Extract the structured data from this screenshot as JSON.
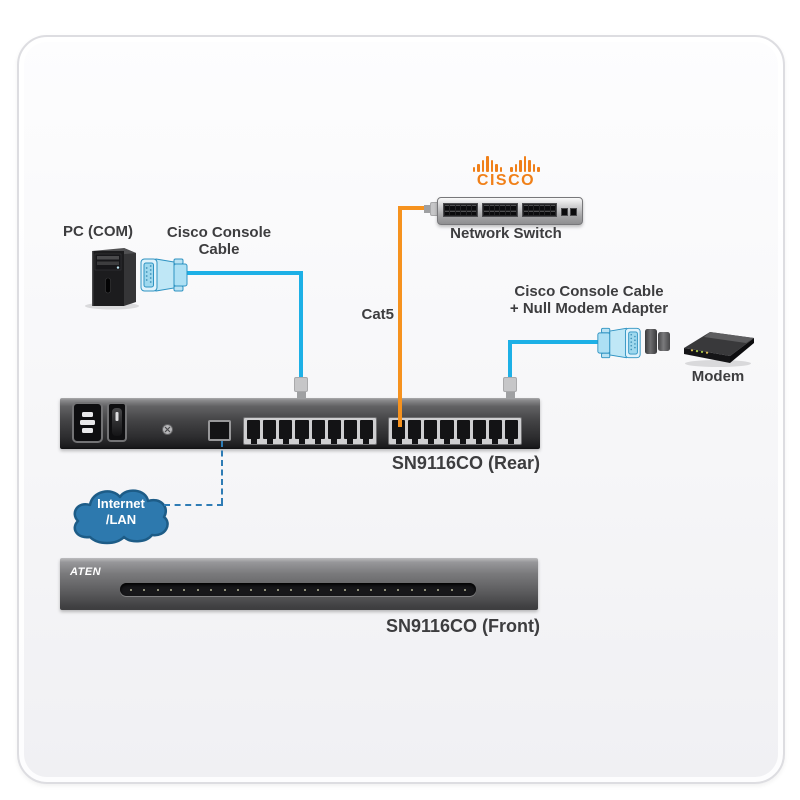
{
  "colors": {
    "serial_cable": "#1db0e6",
    "cat5_cable": "#f6921e",
    "lan_dashed": "#2e7cb5",
    "cloud_fill": "#2d79ae",
    "cloud_stroke": "#1d5c87",
    "cisco_orange": "#f08019"
  },
  "pc": {
    "label": "PC (COM)"
  },
  "pc_link": {
    "cable_label": "Cisco Console Cable"
  },
  "network_switch": {
    "brand": "CISCO",
    "label": "Network Switch",
    "cable_label": "Cat5"
  },
  "modem_link": {
    "cable_label_line1": "Cisco Console Cable",
    "cable_label_line2": "+ Null Modem Adapter"
  },
  "modem": {
    "label": "Modem"
  },
  "console_server_rear": {
    "label": "SN9116CO (Rear)",
    "serial_port_groups": 2,
    "ports_per_group": 8
  },
  "console_server_front": {
    "label": "SN9116CO (Front)",
    "brand": "ATEN",
    "led_count": 26
  },
  "cloud": {
    "label_line1": "Internet",
    "label_line2": "/LAN"
  },
  "icons": [
    "pc-tower-icon",
    "db9-connector-icon",
    "rj45-plug-icon",
    "network-switch-icon",
    "cisco-logo-bars",
    "null-modem-adapter-icon",
    "modem-icon",
    "internet-cloud-icon",
    "power-inlet",
    "power-switch",
    "grounding-screw-icon",
    "lan-port",
    "serial-port-group",
    "led-strip",
    "aten-logo"
  ]
}
